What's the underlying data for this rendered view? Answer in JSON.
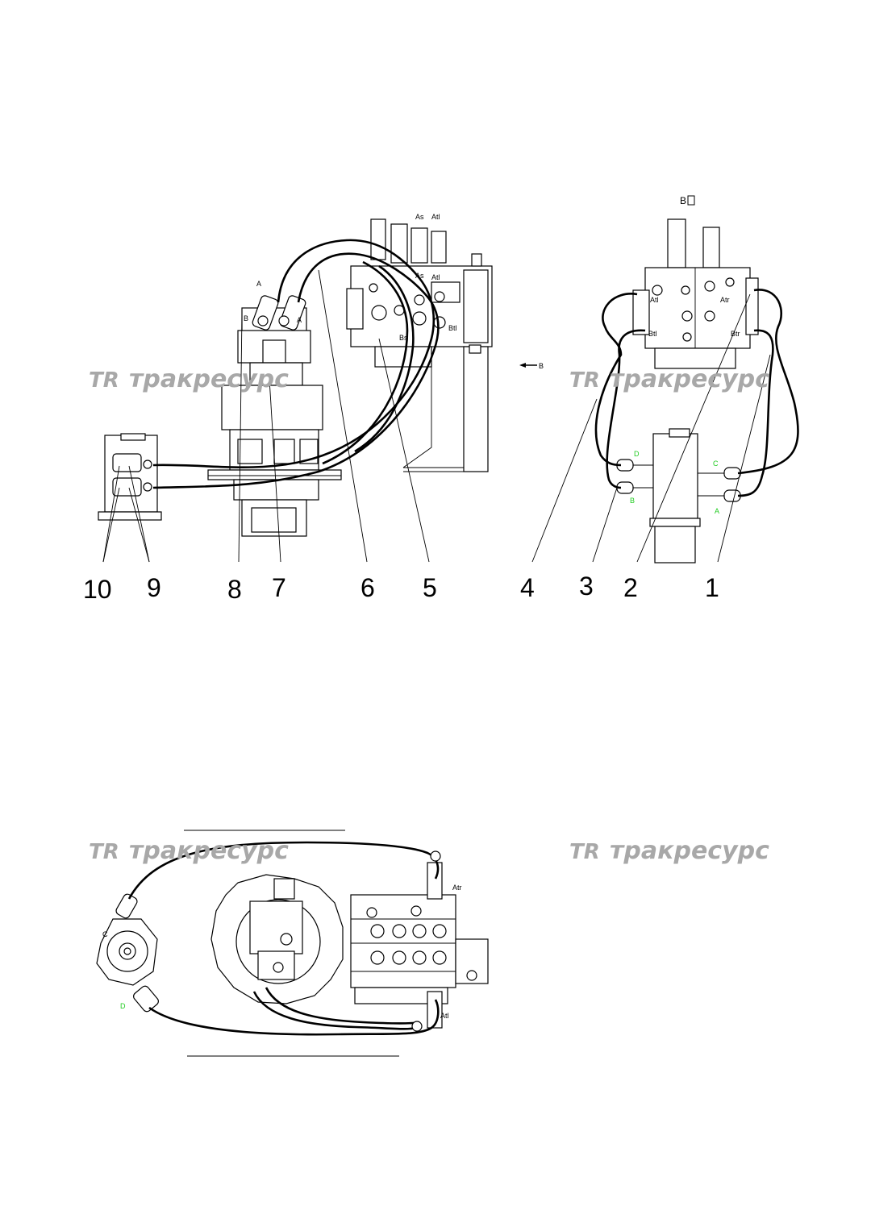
{
  "watermark": {
    "logo": "TR",
    "text": "тракресурс"
  },
  "view_b_title": "B",
  "view_arrow_label": "B",
  "callouts": {
    "c1": "1",
    "c2": "2",
    "c3": "3",
    "c4": "4",
    "c5": "5",
    "c6": "6",
    "c7": "7",
    "c8": "8",
    "c9": "9",
    "c10": "10"
  },
  "port_labels": {
    "A": "A",
    "B": "B",
    "As": "As",
    "Atl": "Atl",
    "Bs": "Bs",
    "Btl": "Btl",
    "Atr": "Atr",
    "Btr": "Btr",
    "C": "C",
    "D": "D"
  },
  "colors": {
    "hose": "#000000",
    "swivel_port_label": "#22cc22",
    "watermark": "#a8a8a8"
  }
}
